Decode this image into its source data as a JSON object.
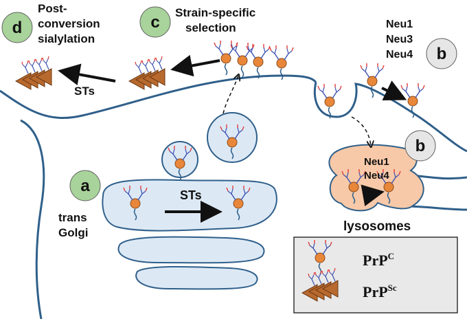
{
  "colors": {
    "membrane": "#2f5f8a",
    "vesicle_fill": "#dce9f5",
    "lysosome_fill": "#f7c9a8",
    "protein_fill": "#e8873a",
    "prpsc_fill": "#b8692e",
    "badge_green": "#a8d39a",
    "badge_gray": "#e6e6e6",
    "glycan_red": "#e23b3b",
    "glycan_blue": "#3a4fb0"
  },
  "labels": {
    "d_badge": "d",
    "d_title_line1": "Post-",
    "d_title_line2": "conversion",
    "d_title_line3": "sialylation",
    "c_badge": "c",
    "c_title_line1": "Strain-specific",
    "c_title_line2": "selection",
    "b_badge_top": "b",
    "neu_top_1": "Neu1",
    "neu_top_2": "Neu3",
    "neu_top_3": "Neu4",
    "b_badge_lys": "b",
    "neu_lys_1": "Neu1",
    "neu_lys_2": "Neu4",
    "sts_top": "STs",
    "a_badge": "a",
    "sts_golgi": "STs",
    "trans": "trans",
    "golgi": "Golgi",
    "lysosomes": "lysosomes"
  },
  "legend": {
    "prpc_base": "PrP",
    "prpc_sup": "C",
    "prpsc_base": "PrP",
    "prpsc_sup": "Sc"
  }
}
